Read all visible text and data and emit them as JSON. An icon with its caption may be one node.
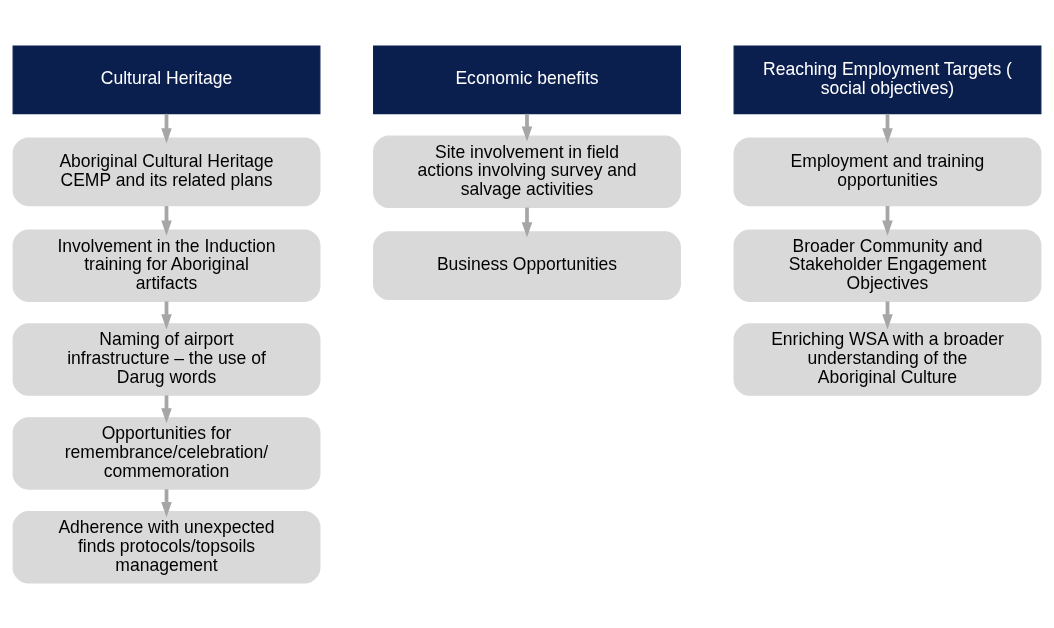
{
  "diagram": {
    "nodes": [
      {
        "text": [
          "Cultural Heritage"
        ]
      },
      {
        "text": [
          "Economic benefits"
        ]
      },
      {
        "text": [
          "Reaching Employment Targets ( social objectives)"
        ]
      },
      {
        "text": [
          "Aboriginal Cultural Heritage CEMP and its related plans"
        ]
      },
      {
        "text": [
          "Involvement in the Induction training for Aboriginal artifacts"
        ]
      },
      {
        "text": [
          "Naming of airport infrastructure – the use of Darug words"
        ]
      },
      {
        "text": [
          "Opportunities for remembrance/celebration/ commemoration"
        ]
      },
      {
        "text": [
          "Adherence with unexpected finds protocols/topsoils management"
        ]
      },
      {
        "text": [
          "Site involvement in field actions involving survey and salvage activities"
        ]
      },
      {
        "text": [
          "Business Opportunities"
        ]
      },
      {
        "text": [
          "Employment and training opportunities"
        ]
      },
      {
        "text": [
          "Broader Community and Stakeholder Engagement Objectives"
        ]
      },
      {
        "text": [
          "Enriching WSA with a broader understanding of the Aboriginal Culture"
        ]
      }
    ],
    "edges": [
      {
        "from": 0,
        "to": 3,
        "arrow": "to"
      },
      {
        "from": 3,
        "to": 4,
        "arrow": "to"
      },
      {
        "from": 4,
        "to": 5,
        "arrow": "to"
      },
      {
        "from": 5,
        "to": 6,
        "arrow": "to"
      },
      {
        "from": 6,
        "to": 7,
        "arrow": "to"
      },
      {
        "from": 1,
        "to": 8,
        "arrow": "to"
      },
      {
        "from": 8,
        "to": 9,
        "arrow": "to"
      },
      {
        "from": 2,
        "to": 10,
        "arrow": "to"
      },
      {
        "from": 10,
        "to": 11,
        "arrow": "to"
      },
      {
        "from": 11,
        "to": 12,
        "arrow": "to"
      }
    ]
  }
}
